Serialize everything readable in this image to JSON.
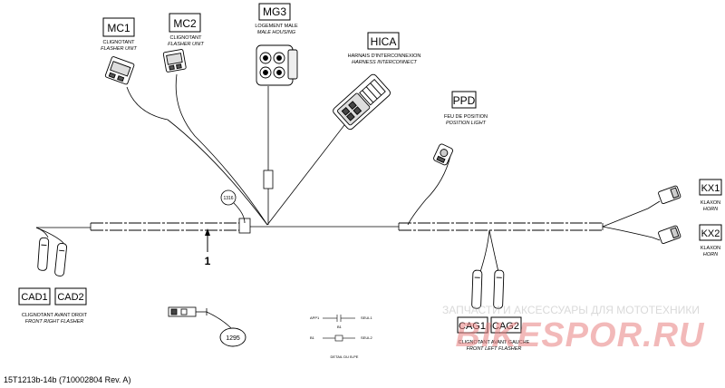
{
  "connectors": {
    "mc1": {
      "code": "MC1",
      "fr": "CLIGNOTANT",
      "en": "FLASHER UNIT"
    },
    "mc2": {
      "code": "MC2",
      "fr": "CLIGNOTANT",
      "en": "FLASHER UNIT"
    },
    "mg3": {
      "code": "MG3",
      "fr": "LOGEMENT MALE",
      "en": "MALE HOUSING"
    },
    "hica": {
      "code": "HICA",
      "fr": "HARNAIS D'INTERCONNEXION",
      "en": "HARNESS INTERCONNECT"
    },
    "ppd": {
      "code": "PPD",
      "fr": "FEU DE POSITION",
      "en": "POSITION LIGHT"
    },
    "kx1": {
      "code": "KX1",
      "fr": "KLAXON",
      "en": "HORN"
    },
    "kx2": {
      "code": "KX2",
      "fr": "KLAXON",
      "en": "HORN"
    },
    "cad": {
      "code1": "CAD1",
      "code2": "CAD2",
      "fr": "CLIGNOTANT AVANT DROIT",
      "en": "FRONT RIGHT FLASHER"
    },
    "cag": {
      "code1": "CAG1",
      "code2": "CAG2",
      "fr": "CLIGNOTANT AVANT GAUCHE",
      "en": "FRONT LEFT FLASHER"
    }
  },
  "callouts": {
    "c1316": "1316",
    "c1295": "1295",
    "item1": "1"
  },
  "detail": {
    "row1_left": "APP1",
    "row1_right": "SEUL1",
    "row2_left": "B1",
    "row2_right": "SEUL2",
    "caption": "DETAIL DU B-PE",
    "mid_label": "B1"
  },
  "watermark": {
    "tagline": "ЗАПЧАСТИ И АКСЕССУАРЫ ДЛЯ МОТОТЕХНИКИ",
    "brand": "BIKESPOR.RU"
  },
  "footer": {
    "doc": "15T1213b-14b (710002804 Rev. A)"
  }
}
